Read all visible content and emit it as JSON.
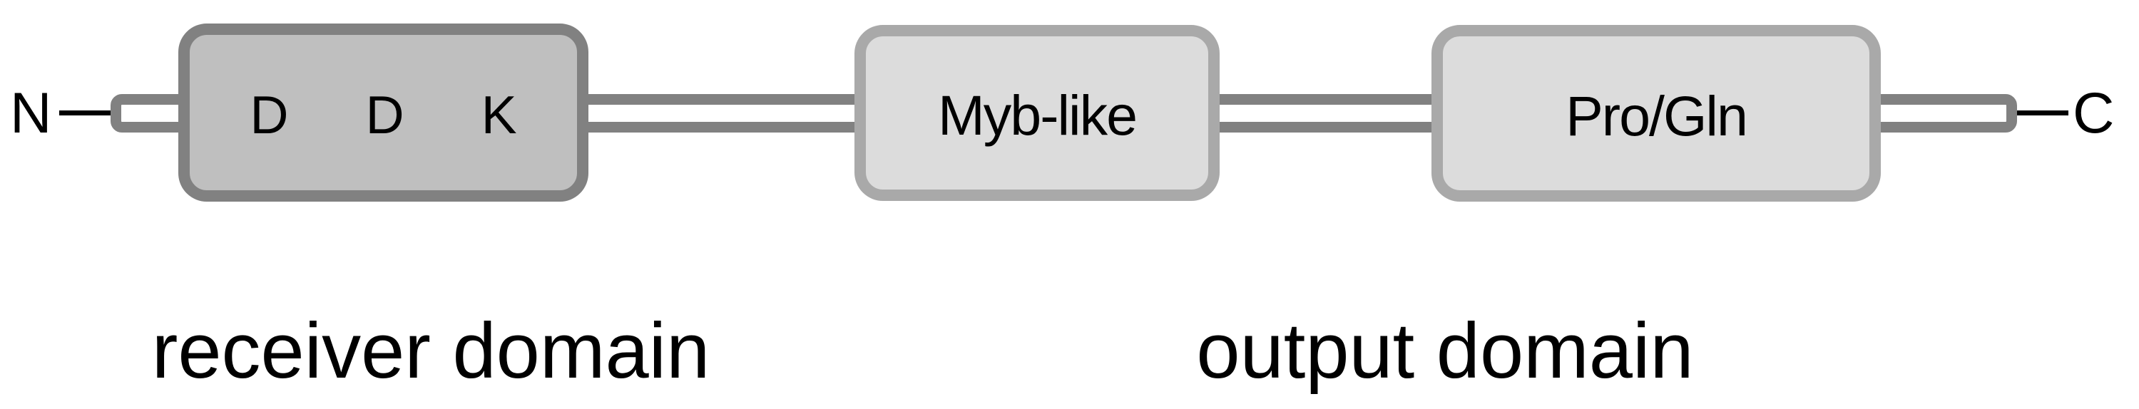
{
  "figure": {
    "type": "protein-domain-diagram",
    "n_terminus": "N",
    "c_terminus": "C",
    "backbone": {
      "description": "hollow tube backbone",
      "fill": "#ffffff",
      "stroke": "#818181"
    },
    "domains": [
      {
        "id": "receiver",
        "residues": [
          "D",
          "D",
          "K"
        ],
        "fill": "#bfbfbf",
        "stroke": "#818181"
      },
      {
        "id": "myb",
        "label": "Myb-like",
        "fill": "#dcdcdc",
        "stroke": "#a9a9a9"
      },
      {
        "id": "pro-gln",
        "label": "Pro/Gln",
        "fill": "#dcdcdc",
        "stroke": "#a9a9a9"
      }
    ],
    "captions": [
      {
        "id": "receiver-caption",
        "text": "receiver domain"
      },
      {
        "id": "output-caption",
        "text": "output domain"
      }
    ],
    "colors": {
      "background": "#ffffff",
      "text": "#000000",
      "outline_dark": "#818181",
      "outline_light": "#a9a9a9",
      "fill_dark": "#bfbfbf",
      "fill_light": "#dcdcdc",
      "backbone_fill": "#ffffff"
    }
  }
}
